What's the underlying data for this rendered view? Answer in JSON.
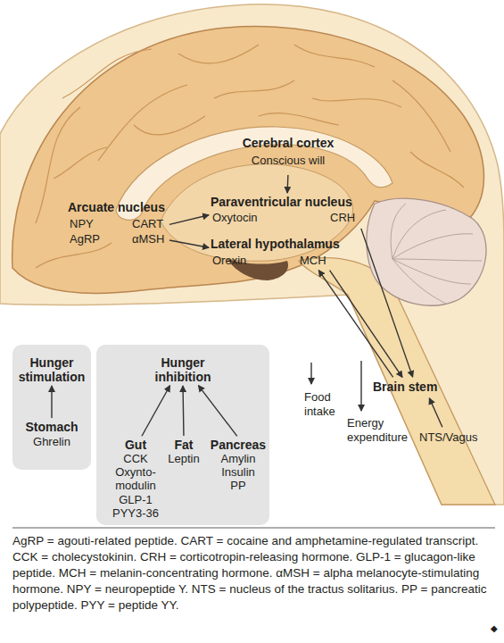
{
  "diagram": {
    "nodes": [
      {
        "text": [
          "Cerebral cortex",
          "Conscious will"
        ]
      },
      {
        "text": [
          "Arcuate nucleus",
          "NPY",
          "AgRP",
          "CART",
          "αMSH"
        ]
      },
      {
        "text": [
          "Paraventricular nucleus",
          "Oxytocin",
          "CRH"
        ]
      },
      {
        "text": [
          "Lateral hypothalamus",
          "Orexin",
          "MCH"
        ]
      },
      {
        "text": [
          "Brain stem"
        ]
      },
      {
        "text": [
          "NTS/Vagus"
        ]
      },
      {
        "text": [
          "Hunger stimulation"
        ]
      },
      {
        "text": [
          "Stomach",
          "Ghrelin"
        ],
        "in": 6
      },
      {
        "text": [
          "Hunger inhibition"
        ]
      },
      {
        "text": [
          "Gut",
          "CCK",
          "Oxynto-modulin",
          "GLP-1",
          "PYY3-36"
        ],
        "in": 8
      },
      {
        "text": [
          "Fat",
          "Leptin"
        ],
        "in": 8
      },
      {
        "text": [
          "Pancreas",
          "Amylin",
          "Insulin",
          "PP"
        ],
        "in": 8
      }
    ],
    "edges": [
      {
        "from": 0,
        "to": 2,
        "arrow": "to"
      },
      {
        "from": 1,
        "to": 2,
        "arrow": "to"
      },
      {
        "from": 1,
        "to": 3,
        "arrow": "to"
      },
      {
        "from": 2,
        "to": 4,
        "arrow": "to"
      },
      {
        "from": 4,
        "to": 3,
        "arrow": "to"
      },
      {
        "from": 3,
        "to": 4,
        "arrow": "to"
      },
      {
        "from": 5,
        "to": 4,
        "arrow": "to"
      },
      {
        "from": 7,
        "to": 6,
        "arrow": "to"
      },
      {
        "from": 9,
        "to": 8,
        "arrow": "to"
      },
      {
        "from": 10,
        "to": 8,
        "arrow": "to"
      },
      {
        "from": 11,
        "to": 8,
        "arrow": "to"
      }
    ],
    "labels": [
      "Food intake",
      "Energy expenditure",
      "AgRP = agouti-related peptide. CART = cocaine and amphetamine-regulated transcript. CCK = cholecystokinin. CRH = corticotropin-releasing hormone. GLP-1 = glucagon-like peptide. MCH = melanin-concentrating hormone. αMSH = alpha melanocyte-stimulating hormone. NPY = neuropeptide Y. NTS = nucleus of the tractus solitarius. PP = pancreatic polypeptide. PYY = peptide YY.",
      "◆"
    ]
  }
}
